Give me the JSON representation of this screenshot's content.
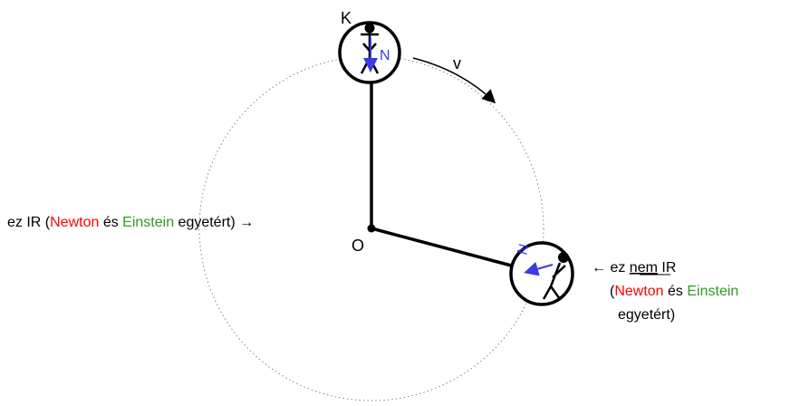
{
  "labels": {
    "k": "K",
    "v": "v",
    "o": "O",
    "n_top": "N",
    "n_bottom": "N"
  },
  "left_note": {
    "pre": "ez IR (",
    "newton": "Newton",
    "es": " és ",
    "einstein": "Einstein",
    "post": " egyetért) →"
  },
  "right_note": {
    "arrow_ez": "← ez ",
    "nem": "nem",
    "ir": " IR",
    "paren_open": "(",
    "newton": "Newton",
    "es": " és ",
    "einstein": "Einstein",
    "line3": "egyetért)"
  },
  "colors": {
    "newton": "#ff0000",
    "einstein": "#2e9a1f",
    "normal_force": "#3a3ae6"
  }
}
